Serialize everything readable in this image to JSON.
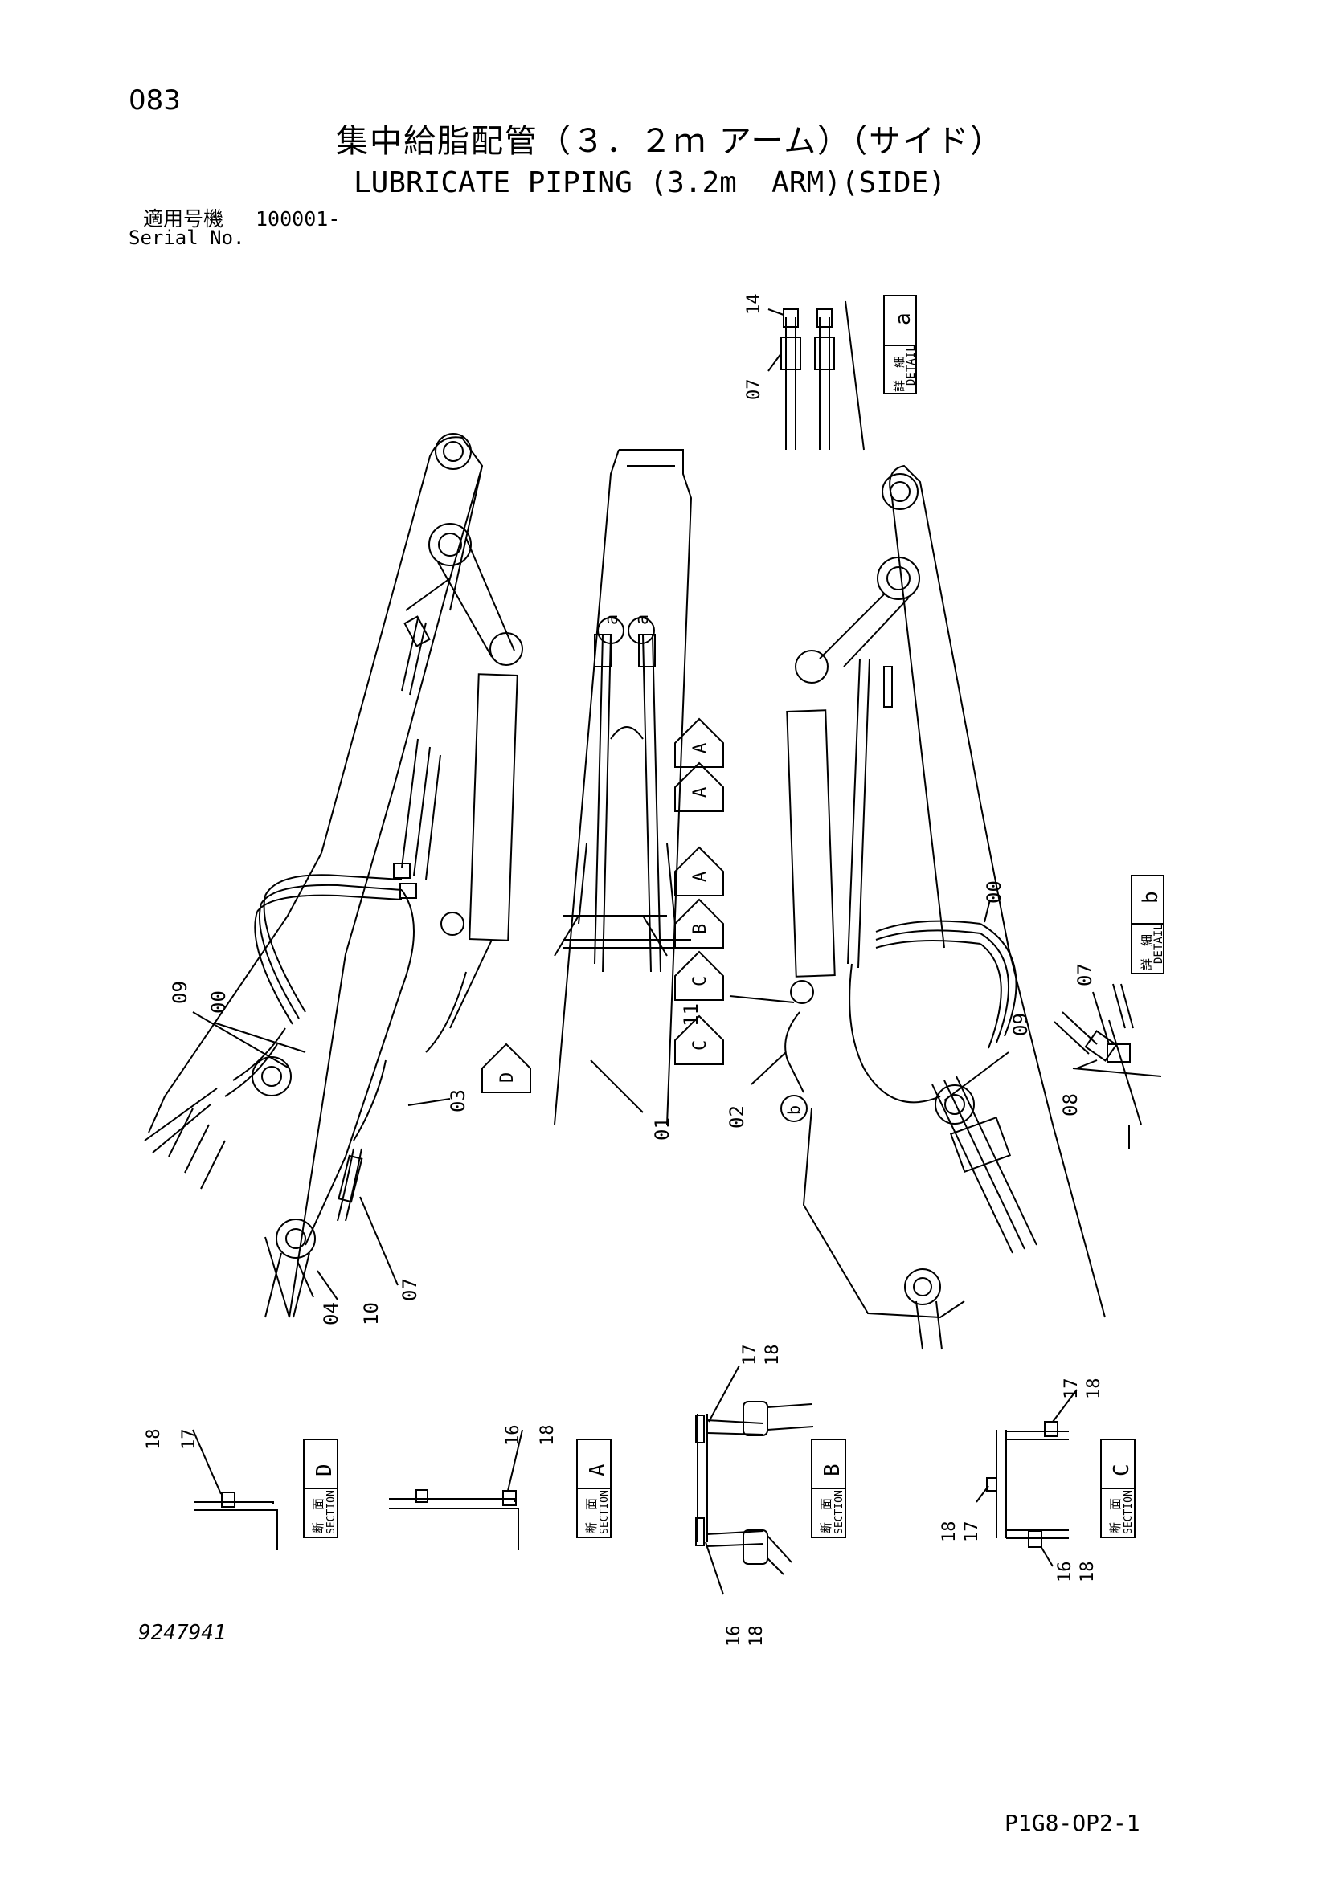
{
  "header": {
    "page_number": "083",
    "title_jp": "集中給脂配管（３．２ｍ アーム）（サイド）",
    "title_en": "LUBRICATE PIPING (3.2m  ARM)(SIDE)",
    "serial_label_jp": "適用号機",
    "serial_value": "100001-",
    "serial_label_en": "Serial No."
  },
  "footer": {
    "drawing_number": "9247941",
    "sheet_code": "P1G8-OP2-1"
  },
  "callouts": {
    "n00": "00",
    "n01": "01",
    "n02": "02",
    "n03": "03",
    "n04": "04",
    "n07": "07",
    "n08": "08",
    "n09": "09",
    "n10": "10",
    "n11": "11",
    "n14": "14",
    "n16": "16",
    "n17": "17",
    "n18": "18"
  },
  "view_markers": {
    "A": "A",
    "B": "B",
    "C": "C",
    "D": "D",
    "a": "a",
    "b": "b"
  },
  "labels": {
    "detail_jp": "詳　細",
    "detail_en": "DETAIL",
    "section_jp": "断　面",
    "section_en": "SECTION"
  }
}
